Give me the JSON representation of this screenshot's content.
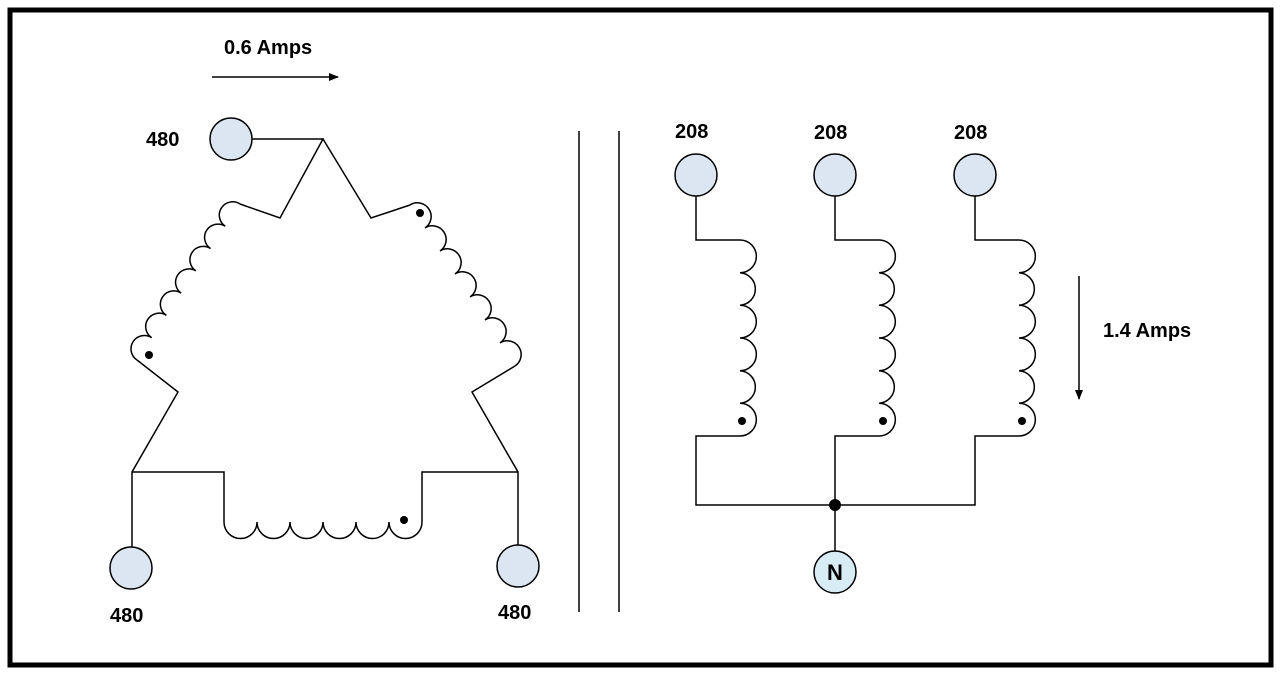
{
  "primary": {
    "current_label": "0.6 Amps",
    "terminal_voltages": [
      "480",
      "480",
      "480"
    ]
  },
  "secondary": {
    "current_label": "1.4 Amps",
    "terminal_voltages": [
      "208",
      "208",
      "208"
    ],
    "neutral_label": "N"
  },
  "colors": {
    "terminal_fill": "#dce6f2",
    "neutral_fill": "#d8ecf5",
    "line": "#000000"
  }
}
